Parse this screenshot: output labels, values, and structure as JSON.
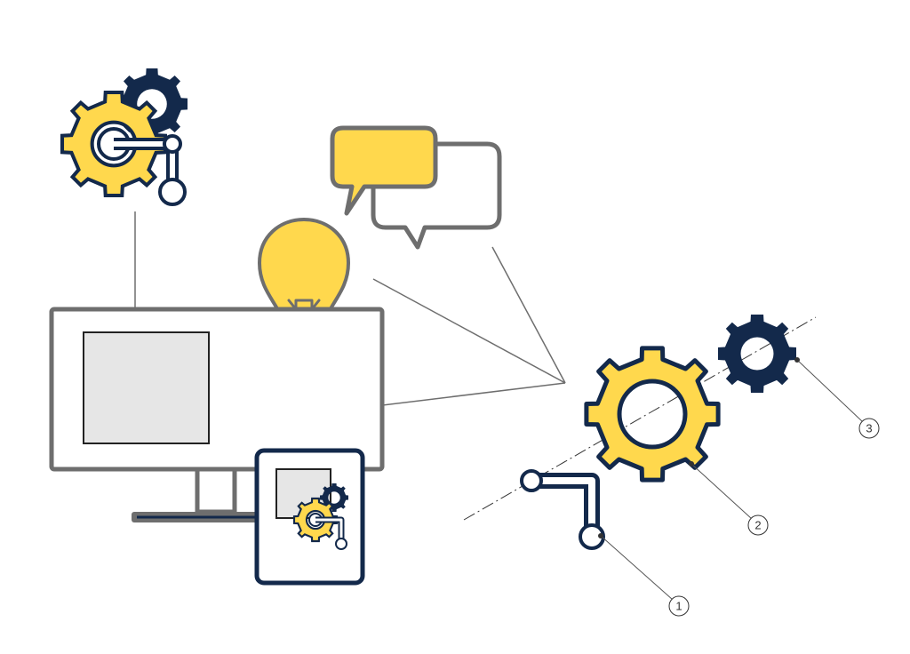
{
  "colors": {
    "yellow": "#FFD84D",
    "navy": "#13294B",
    "gray": "#6E6E6E",
    "screen_fill": "#E6E6E6",
    "leader": "#555555",
    "white": "#FFFFFF"
  },
  "icons": [
    "gears-with-pipe-icon",
    "lightbulb-icon",
    "speech-bubbles-icon",
    "monitor-icon",
    "tablet-icon",
    "yellow-gear-icon",
    "navy-gear-icon",
    "pipe-link-icon"
  ],
  "callouts": {
    "c1": "1",
    "c2": "2",
    "c3": "3"
  }
}
